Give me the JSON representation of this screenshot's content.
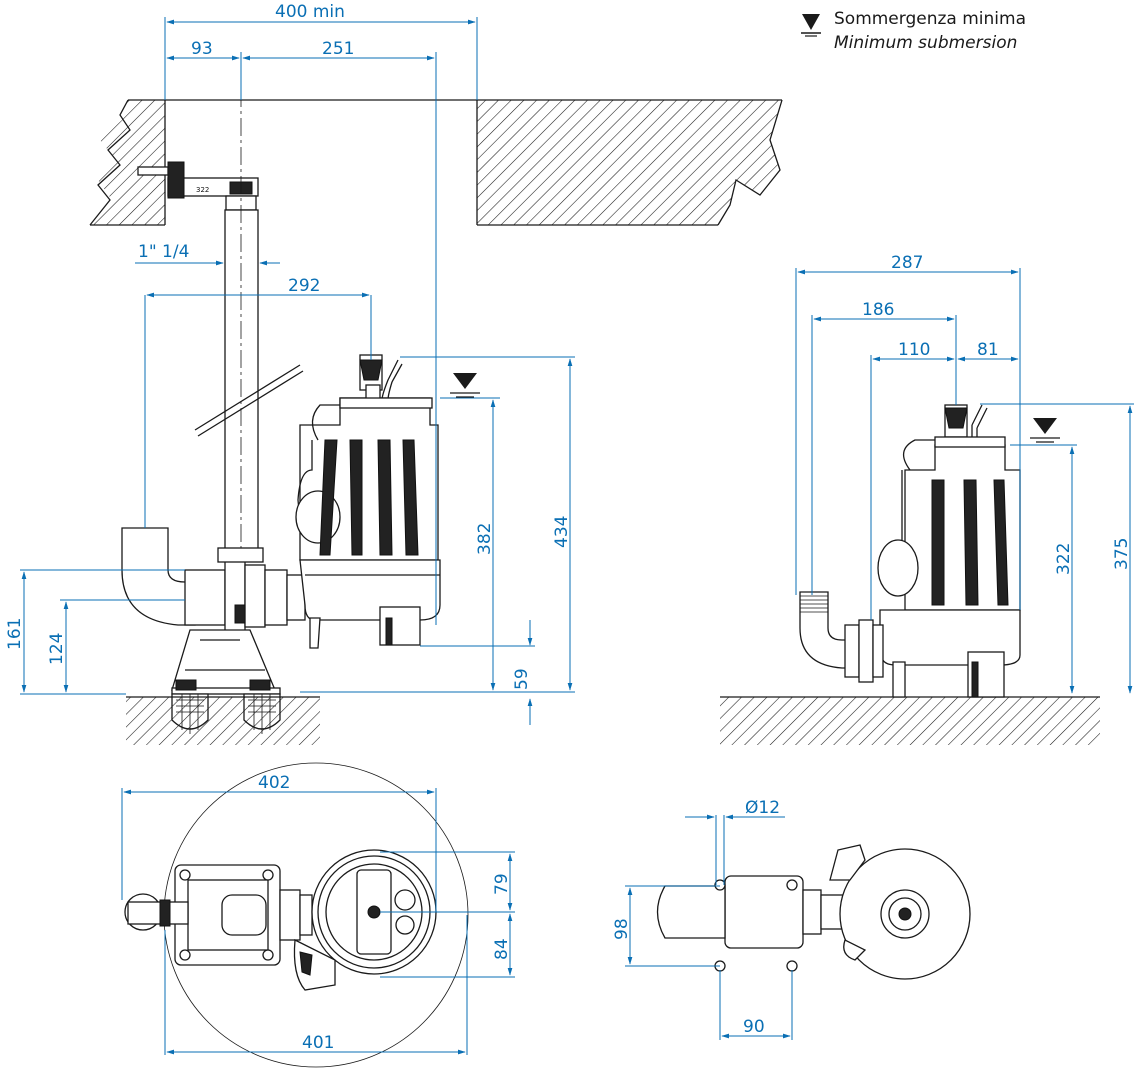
{
  "legend": {
    "title": "Sommergenza minima",
    "subtitle": "Minimum submersion",
    "icon": "water-level-triangle-icon"
  },
  "dimensions": {
    "front_view": {
      "d400": "400 min",
      "d93": "93",
      "d251": "251",
      "pipe": "1\" 1/4",
      "d292": "292",
      "d382": "382",
      "d434": "434",
      "d161": "161",
      "d124": "124",
      "d59": "59"
    },
    "side_view": {
      "d287": "287",
      "d186": "186",
      "d110": "110",
      "d81": "81",
      "d322": "322",
      "d375": "375"
    },
    "top_view_left": {
      "d402": "402",
      "d79": "79",
      "d84": "84",
      "d401": "401"
    },
    "top_view_right": {
      "dia12": "Ø12",
      "d98": "98",
      "d90": "90"
    }
  },
  "colors": {
    "dimension": "#0a6fb4",
    "outline": "#1a1a1a"
  },
  "nameplate_text": "322"
}
